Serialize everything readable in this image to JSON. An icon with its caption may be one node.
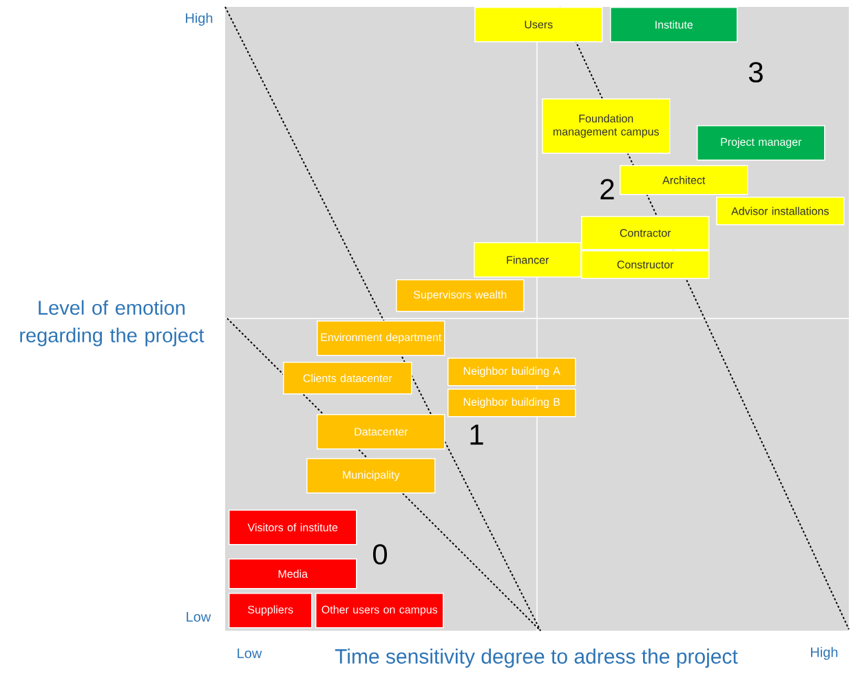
{
  "diagram": {
    "nodes": [
      {
        "text": [
          "Users"
        ]
      },
      {
        "text": [
          "Institute"
        ]
      },
      {
        "text": [
          "Foundation management campus"
        ]
      },
      {
        "text": [
          "Project manager"
        ]
      },
      {
        "text": [
          "Architect"
        ]
      },
      {
        "text": [
          "Advisor installations"
        ]
      },
      {
        "text": [
          "Contractor"
        ]
      },
      {
        "text": [
          "Financer"
        ]
      },
      {
        "text": [
          "Constructor"
        ]
      },
      {
        "text": [
          "Supervisors wealth"
        ]
      },
      {
        "text": [
          "Environment department"
        ]
      },
      {
        "text": [
          "Neighbor building A"
        ]
      },
      {
        "text": [
          "Neighbor building B"
        ]
      },
      {
        "text": [
          "Clients datacenter"
        ]
      },
      {
        "text": [
          "Datacenter"
        ]
      },
      {
        "text": [
          "Municipality"
        ]
      },
      {
        "text": [
          "Visitors of institute"
        ]
      },
      {
        "text": [
          "Media"
        ]
      },
      {
        "text": [
          "Suppliers"
        ]
      },
      {
        "text": [
          "Other users on campus"
        ]
      }
    ],
    "labels": [
      "High",
      "3",
      "2",
      "Level of emotion regarding the project",
      "1",
      "0",
      "Low",
      "Low",
      "Time sensitivity degree to adress the project",
      "High"
    ]
  }
}
